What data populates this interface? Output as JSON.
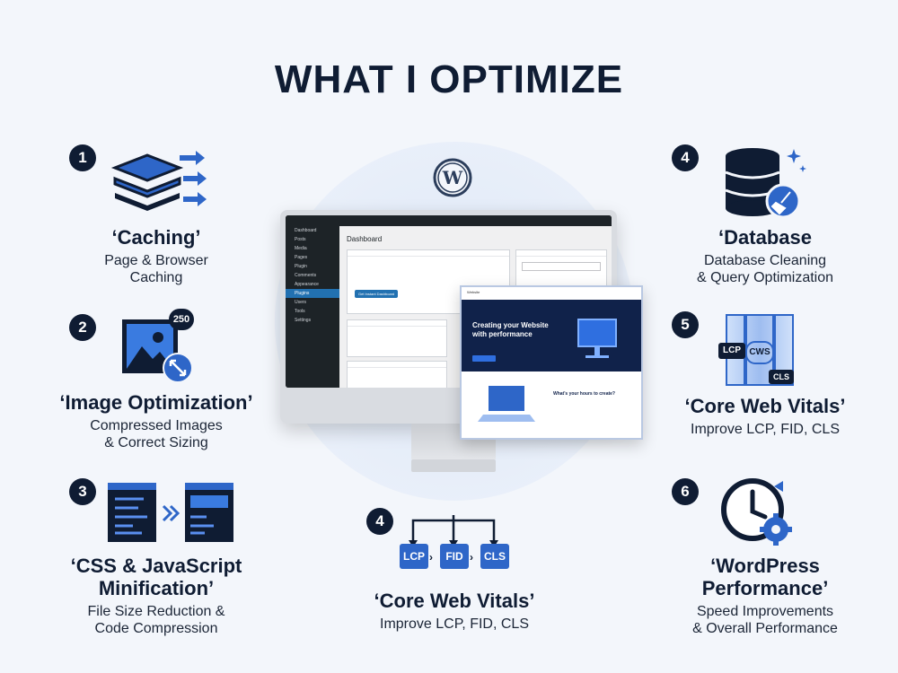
{
  "page": {
    "title": "WHAT I OPTIMIZE"
  },
  "items": [
    {
      "number": "1",
      "title": "‘Caching’",
      "desc_lines": [
        "Page & Browser",
        "Caching"
      ]
    },
    {
      "number": "2",
      "title": "‘Image Optimization’",
      "badge": "250",
      "desc_lines": [
        "Compressed Images",
        "& Correct Sizing"
      ]
    },
    {
      "number": "3",
      "title_lines": [
        "‘CSS & JavaScript",
        "Minification’"
      ],
      "desc_lines": [
        "File Size Reduction &",
        "Code Compression"
      ]
    },
    {
      "number": "4",
      "title": "‘Database",
      "desc_lines": [
        "Database Cleaning",
        "& Query Optimization"
      ]
    },
    {
      "number": "5",
      "title": "‘Core Web Vitals’",
      "desc_lines": [
        "Improve LCP, FID, CLS"
      ],
      "tags": [
        "LCP",
        "CWS",
        "CLS"
      ]
    },
    {
      "number": "6",
      "title_lines": [
        "‘WordPress",
        "Performance’"
      ],
      "desc_lines": [
        "Speed Improvements",
        "& Overall Performance"
      ]
    },
    {
      "number": "4",
      "title": "‘Core Web Vitals’",
      "desc_lines": [
        "Improve LCP, FID, CLS"
      ],
      "tags": [
        "LCP",
        "FID",
        "CLS"
      ]
    }
  ],
  "dashboard": {
    "title": "Dashboard",
    "menu": [
      "Dashboard",
      "Posts",
      "Media",
      "Pages",
      "Plugin",
      "Comments",
      "Appearance",
      "Plugins",
      "Users",
      "Tools",
      "Settings"
    ],
    "active_menu": "Plugins",
    "btn": "Get Instant Dashboard"
  },
  "site": {
    "brand": "Website",
    "hero": "Creating your Website with performance",
    "sub": "What's your hours to create?"
  },
  "colors": {
    "accent": "#2e66c8",
    "navy": "#0f1c33"
  },
  "icons": [
    "wordpress-icon",
    "layers-icon",
    "image-icon",
    "code-icon",
    "database-icon",
    "broom-icon",
    "clock-gear-icon"
  ]
}
